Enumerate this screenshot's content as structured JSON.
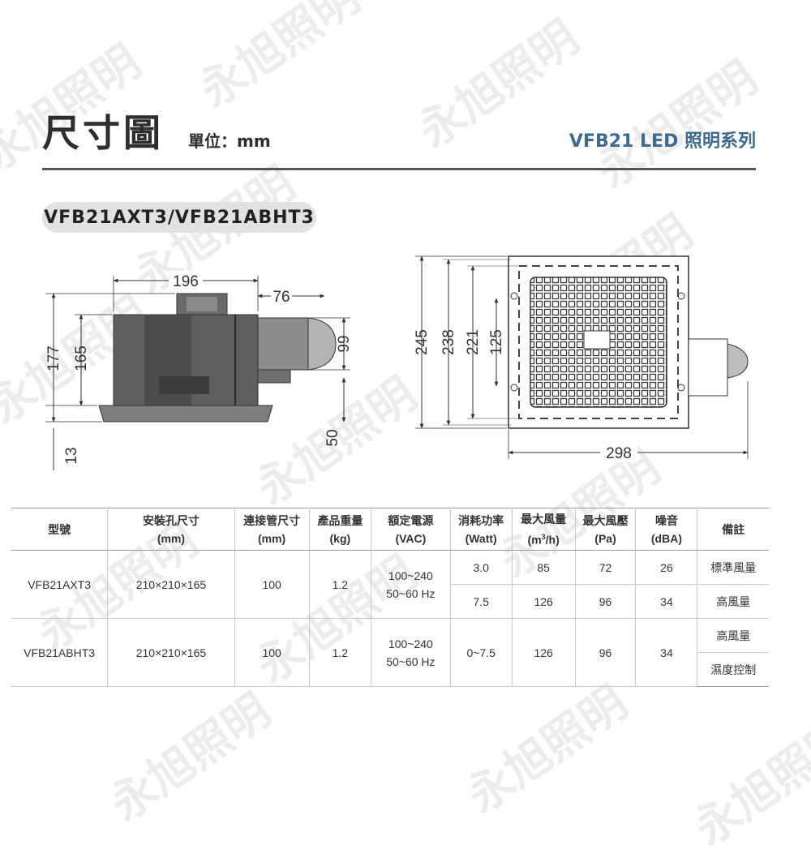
{
  "header": {
    "title": "尺寸圖",
    "unit_label": "單位：mm",
    "series_label": "VFB21 LED 照明系列"
  },
  "model_pill": "VFB21AXT3/VFB21ABHT3",
  "watermark": "永旭照明",
  "drawing": {
    "side_view": {
      "width_top": "196",
      "duct_length": "76",
      "height_total": "177",
      "height_body": "165",
      "duct_height": "99",
      "panel_thickness": "13",
      "duct_offset": "50"
    },
    "top_view": {
      "outer": "245",
      "mid": "238",
      "inner": "221",
      "grille": "125",
      "width": "298"
    }
  },
  "table": {
    "headers": [
      {
        "line1": "型號",
        "line2": ""
      },
      {
        "line1": "安裝孔尺寸",
        "line2": "(mm)"
      },
      {
        "line1": "連接管尺寸",
        "line2": "(mm)"
      },
      {
        "line1": "產品重量",
        "line2": "(kg)"
      },
      {
        "line1": "額定電源",
        "line2": "(VAC)"
      },
      {
        "line1": "消耗功率",
        "line2": "(Watt)"
      },
      {
        "line1": "最大風量",
        "line2": "(m",
        "sup": "3",
        "line2_tail": "/h)"
      },
      {
        "line1": "最大風壓",
        "line2": "(Pa)"
      },
      {
        "line1": "噪音",
        "line2": "(dBA)"
      },
      {
        "line1": "備註",
        "line2": ""
      }
    ],
    "rows": [
      {
        "model": "VFB21AXT3",
        "hole": "210×210×165",
        "duct": "100",
        "weight": "1.2",
        "power_v1": "100~240",
        "power_v2": "50~60 Hz",
        "sub": [
          {
            "watt": "3.0",
            "flow": "85",
            "pressure": "72",
            "noise": "26",
            "note": "標準風量"
          },
          {
            "watt": "7.5",
            "flow": "126",
            "pressure": "96",
            "noise": "34",
            "note": "高風量"
          }
        ]
      },
      {
        "model": "VFB21ABHT3",
        "hole": "210×210×165",
        "duct": "100",
        "weight": "1.2",
        "power_v1": "100~240",
        "power_v2": "50~60 Hz",
        "watt": "0~7.5",
        "flow": "126",
        "pressure": "96",
        "noise": "34",
        "notes": [
          "高風量",
          "濕度控制"
        ]
      }
    ]
  },
  "colors": {
    "series": "#3e6a8e",
    "pill_bg": "#e2e2e2",
    "rule": "#555555"
  }
}
